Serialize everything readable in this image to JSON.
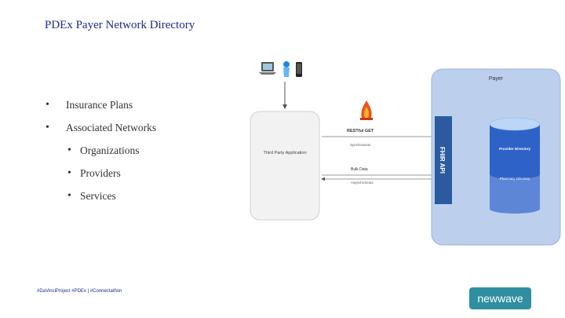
{
  "slide": {
    "title": "PDEx Payer Network Directory",
    "bullets": [
      {
        "text": "Insurance Plans",
        "level": 1
      },
      {
        "text": "Associated Networks",
        "level": 1
      },
      {
        "text": "Organizations",
        "level": 2
      },
      {
        "text": "Providers",
        "level": 2
      },
      {
        "text": "Services",
        "level": 2
      }
    ],
    "footer": "#DaVinciProject #PDEx | #Connectathon",
    "logo_text": "newwave"
  },
  "diagram": {
    "third_party_label": "Third Party Application",
    "rest_label": "RESTful GET",
    "synchronous_label": "Synchronous",
    "bulk_label": "Bulk Data",
    "asynchronous_label": "Asynchronous",
    "fhir_api_label": "FHIR API",
    "payer_label": "Payer",
    "provider_dir_label": "Provider Directory",
    "pharmacy_dir_label": "Pharmacy Directory"
  },
  "colors": {
    "title": "#1b2a8a",
    "payer_bg": "#bcd0ee",
    "fhir_bar": "#2b5b9e",
    "db_top": "#2f62c7",
    "db_bottom": "#5d86d6",
    "logo": "#2f8fa0"
  },
  "icons": [
    "devices-icon",
    "fire-icon"
  ]
}
